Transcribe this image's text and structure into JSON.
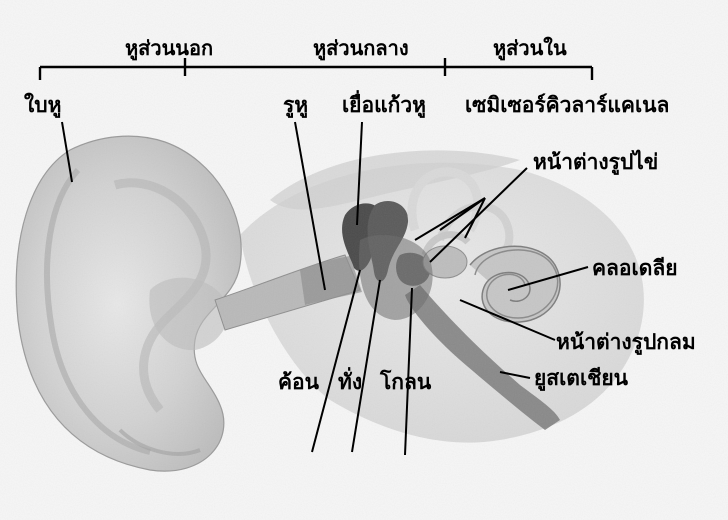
{
  "sections": {
    "outer": "หูส่วนนอก",
    "middle": "หูส่วนกลาง",
    "inner": "หูส่วนใน"
  },
  "labels": {
    "pinna": "ใบหู",
    "ear_canal": "รูหู",
    "eardrum": "เยื่อแก้วหู",
    "semicircular_canals": "เซมิเซอร์คิวลาร์แคเนล",
    "oval_window": "หน้าต่างรูปไข่",
    "cochlea": "คลอเดลีย",
    "round_window": "หน้าต่างรูปกลม",
    "eustachian_tube": "ยูสเตเชียน",
    "malleus": "ค้อน",
    "incus": "ทั่ง",
    "stapes": "โกลน"
  }
}
